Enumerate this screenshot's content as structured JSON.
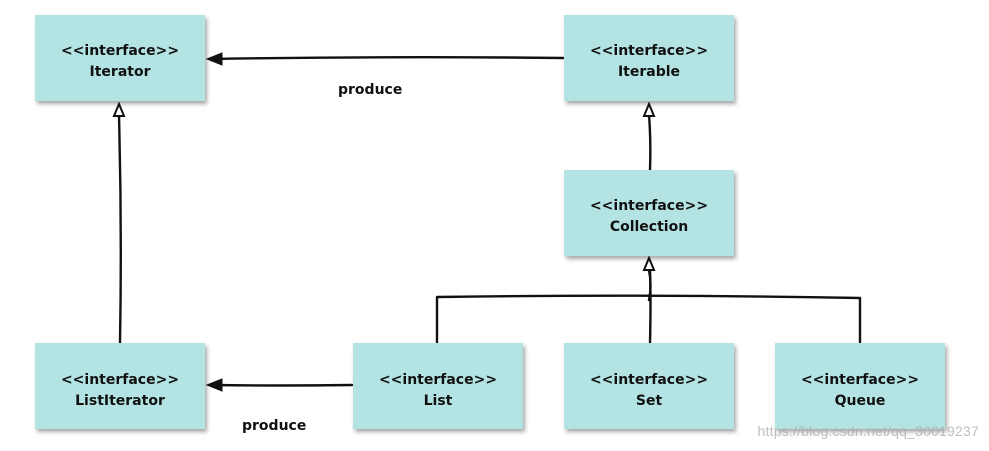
{
  "nodes": {
    "iterator": {
      "stereotype": "<<interface>>",
      "name": "Iterator"
    },
    "iterable": {
      "stereotype": "<<interface>>",
      "name": "Iterable"
    },
    "collection": {
      "stereotype": "<<interface>>",
      "name": "Collection"
    },
    "list_iterator": {
      "stereotype": "<<interface>>",
      "name": "ListIterator"
    },
    "list": {
      "stereotype": "<<interface>>",
      "name": "List"
    },
    "set": {
      "stereotype": "<<interface>>",
      "name": "Set"
    },
    "queue": {
      "stereotype": "<<interface>>",
      "name": "Queue"
    }
  },
  "edges": {
    "iterable_to_iterator_label": "produce",
    "list_to_listiterator_label": "produce"
  },
  "colors": {
    "node_fill": "#b3e3e3",
    "line": "#111111"
  },
  "watermark": "https://blog.csdn.net/qq_30019237"
}
